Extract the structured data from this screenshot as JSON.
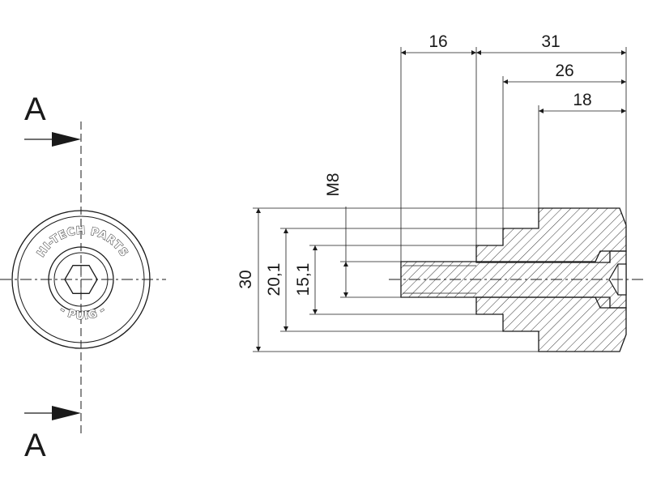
{
  "section_label": "A",
  "logo_top": "HI-TECH PARTS",
  "logo_bottom": "- PUIG -",
  "dimensions": {
    "d16": "16",
    "d31": "31",
    "d26": "26",
    "d18": "18",
    "thread": "M8",
    "dia30": "30",
    "dia20": "20,1",
    "dia15": "15,1"
  },
  "colors": {
    "line": "#1a1a1a",
    "background": "#ffffff"
  }
}
